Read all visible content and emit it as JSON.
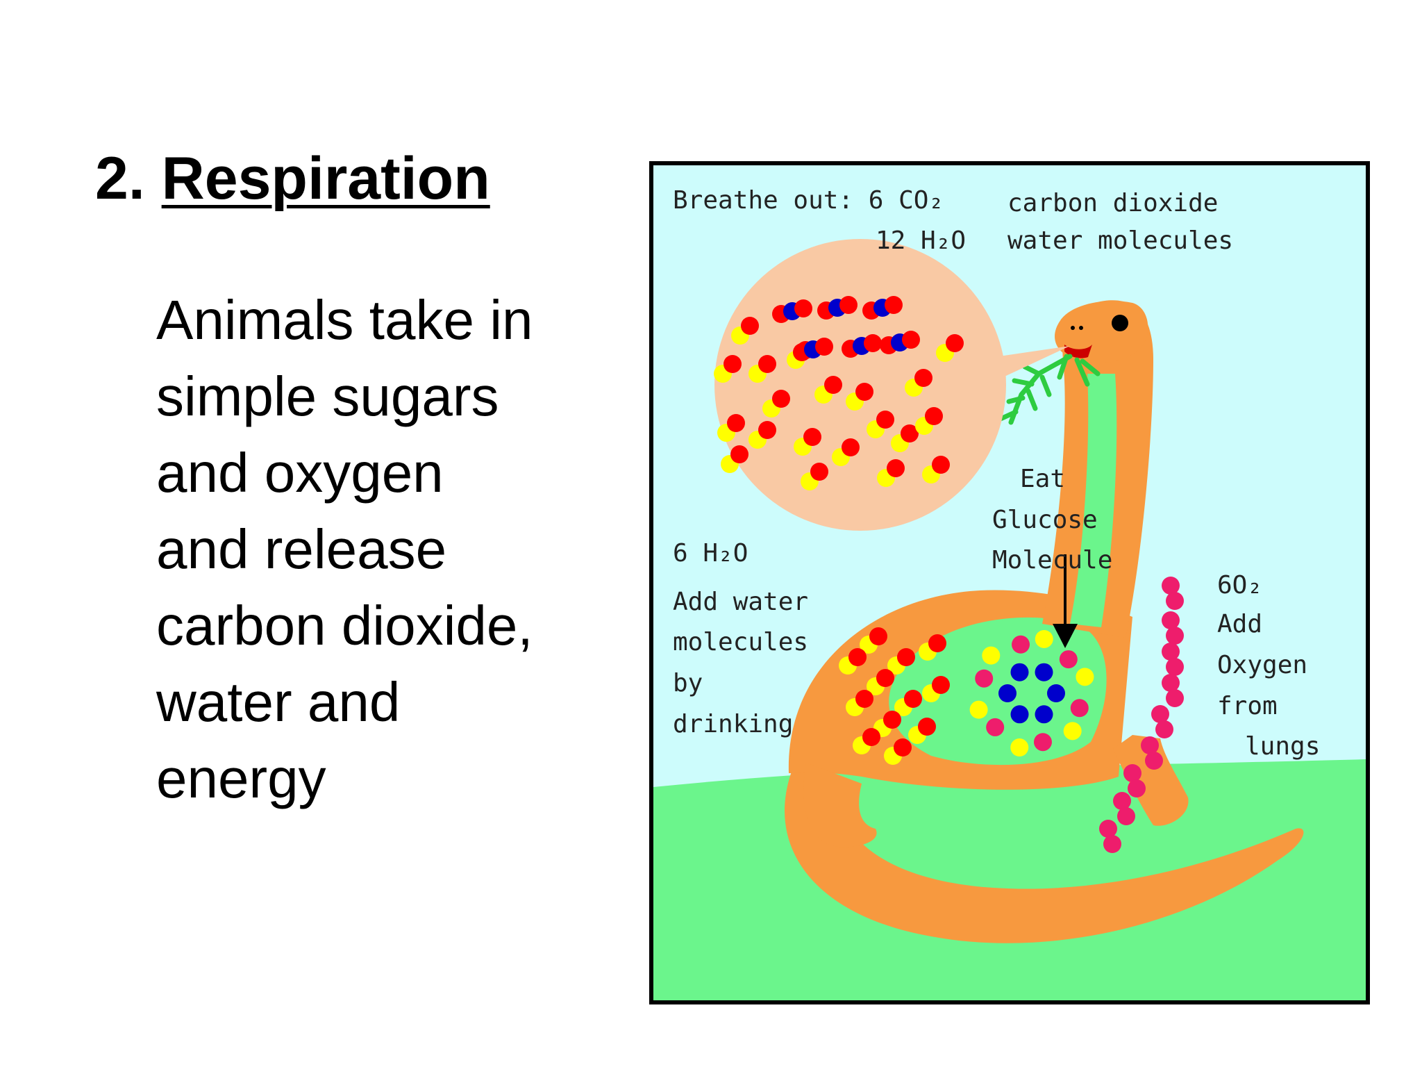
{
  "title": {
    "number": "2.",
    "text": "Respiration"
  },
  "body_lines": [
    "Animals take in",
    "simple sugars",
    "and oxygen",
    "and release",
    "carbon dioxide,",
    "water and",
    "energy"
  ],
  "figure": {
    "colors": {
      "sky": "#cdfcfc",
      "grass": "#6bf58c",
      "dino": "#f7993f",
      "bubble": "#f9c9a4",
      "red": "#ff0000",
      "yellow": "#ffff00",
      "blue": "#0000cc",
      "pink": "#ee1d6c",
      "leaf": "#2ecc40"
    },
    "breathe_out_label": "Breathe out: 6 CO₂",
    "co2_desc": "carbon dioxide",
    "h2o_12_label": "12 H₂O",
    "h2o_desc": "water molecules",
    "eat_lines": [
      "Eat",
      "Glucose",
      "Molecule"
    ],
    "water_formula": "6 H₂O",
    "water_lines": [
      "Add water",
      "molecules",
      "by",
      "drinking"
    ],
    "oxygen_formula": "6O₂",
    "oxygen_lines": [
      "Add",
      "Oxygen",
      "from",
      "lungs"
    ]
  }
}
